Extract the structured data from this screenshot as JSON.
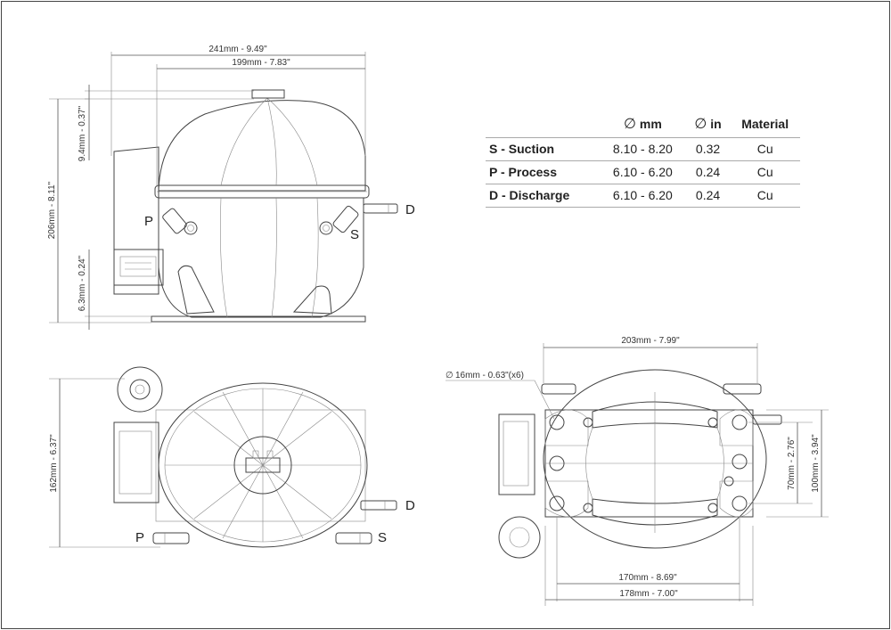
{
  "frame_color": "#444444",
  "dimensions": {
    "top_width": "241mm - 9.49\"",
    "top_inner_width": "199mm - 7.83\"",
    "dome_offset": "9.4mm - 0.37\"",
    "height": "206mm - 8.11\"",
    "base_offset": "6.3mm - 0.24\"",
    "bottom_height": "162mm - 6.37\"",
    "right_top_width": "203mm - 7.99\"",
    "hole_diameter": "16mm - 0.63\"(x6)",
    "inner_vertical": "70mm - 2.76\"",
    "outer_vertical": "100mm - 3.94\"",
    "bottom_inner_width": "170mm - 8.69\"",
    "bottom_outer_width": "178mm - 7.00\""
  },
  "labels": {
    "p": "P",
    "s": "S",
    "d": "D"
  },
  "table": {
    "header": {
      "diameter_symbol": "∅",
      "mm": "mm",
      "in": "in",
      "material": "Material"
    },
    "rows": [
      {
        "name": "S - Suction",
        "mm": "8.10 - 8.20",
        "in": "0.32",
        "material": "Cu"
      },
      {
        "name": "P - Process",
        "mm": "6.10 - 6.20",
        "in": "0.24",
        "material": "Cu"
      },
      {
        "name": "D - Discharge",
        "mm": "6.10 - 6.20",
        "in": "0.24",
        "material": "Cu"
      }
    ]
  }
}
